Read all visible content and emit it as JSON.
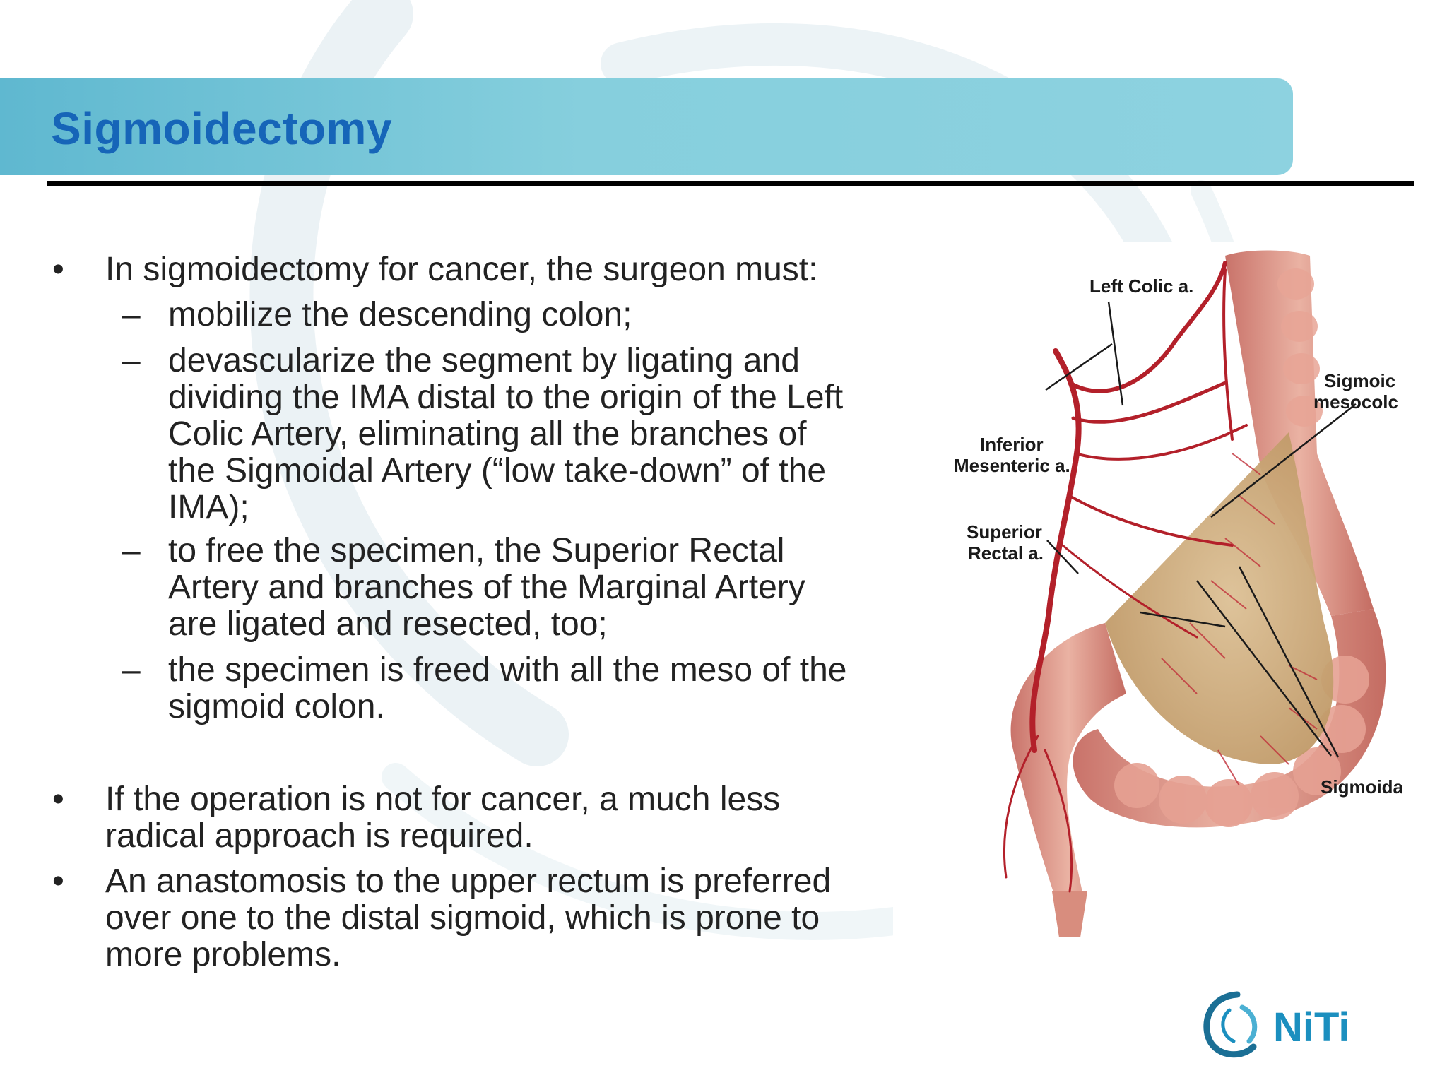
{
  "slide": {
    "title": "Sigmoidectomy",
    "accent_color": "#1665b8",
    "banner_color": "#86cfdd"
  },
  "bullets": [
    {
      "mark": "•",
      "lines": [
        "In sigmoidectomy for cancer, the surgeon must:"
      ],
      "sub": [
        {
          "mark": "–",
          "lines": [
            "mobilize the descending colon;"
          ]
        },
        {
          "mark": "–",
          "lines": [
            "devascularize the segment by ligating and",
            "dividing the IMA distal to the origin of the Left",
            "Colic Artery, eliminating all the branches of",
            "the Sigmoidal Artery (“low take-down” of the",
            "IMA);"
          ]
        },
        {
          "mark": "–",
          "lines": [
            "to free the specimen, the Superior Rectal",
            "Artery and branches of the Marginal Artery",
            "are ligated and resected, too;"
          ]
        },
        {
          "mark": "–",
          "lines": [
            "the specimen is freed with all the meso of the",
            "sigmoid colon."
          ]
        }
      ]
    },
    {
      "mark": "•",
      "lines": [
        "If the operation is not for cancer, a much less",
        "radical approach is required."
      ]
    },
    {
      "mark": "•",
      "lines": [
        "An anastomosis to the upper rectum is preferred",
        "over one to the distal sigmoid, which is prone to",
        "more problems."
      ]
    }
  ],
  "figure": {
    "labels": {
      "left_colic": "Left Colic a.",
      "ima_1": "Inferior",
      "ima_2": "Mesenteric a.",
      "sup_rectal_1": "Superior",
      "sup_rectal_2": "Rectal a.",
      "sig_meso_1": "Sigmoic",
      "sig_meso_2": "mesocolc",
      "sigmoidal": "Sigmoidal"
    }
  },
  "logo": {
    "text": "NiTi",
    "icon": "swirl-logo-icon",
    "color": "#1b8fbf"
  }
}
